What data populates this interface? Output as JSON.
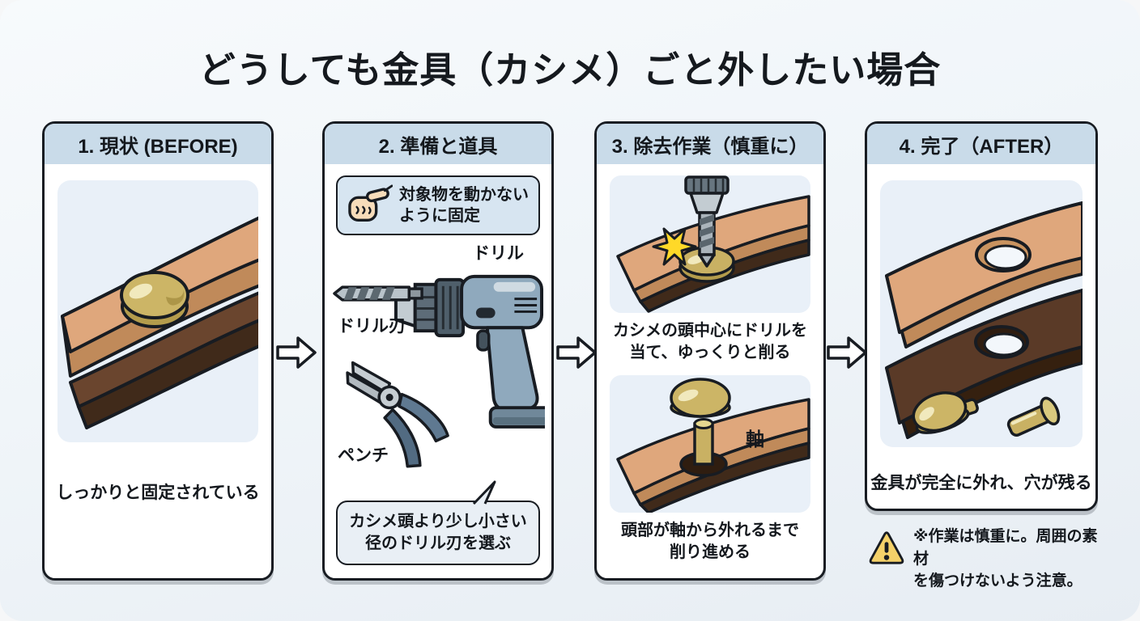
{
  "title": "どうしても金具（カシメ）ごと外したい場合",
  "panel1": {
    "header": "1. 現状 (BEFORE)",
    "caption": "しっかりと固定されている"
  },
  "panel2": {
    "header": "2. 準備と道具",
    "fix_note_lines": [
      "対象物を動かない",
      "ように固定"
    ],
    "tool_labels": {
      "drill": "ドリル",
      "drill_bit": "ドリル刃",
      "pliers": "ペンチ"
    },
    "bubble_lines": [
      "カシメ頭より少し小さい",
      "径のドリル刃を選ぶ"
    ]
  },
  "panel3": {
    "header": "3. 除去作業（慎重に）",
    "step1_lines": [
      "カシメの頭中心にドリルを",
      "当て、ゆっくりと削る"
    ],
    "shaft_label": "軸",
    "step2_lines": [
      "頭部が軸から外れるまで",
      "削り進める"
    ]
  },
  "panel4": {
    "header": "4. 完了（AFTER）",
    "caption": "金具が完全に外れ、穴が残る"
  },
  "warning_lines": [
    "※作業は慎重に。周囲の素材",
    "を傷つけないよう注意。"
  ],
  "icons": {
    "fix_note": "hold-hand-icon",
    "warning": "warning-triangle-icon",
    "between_panels": "right-arrow-icon"
  },
  "colors": {
    "background_top": "#f7fafc",
    "background_bottom": "#e7edf3",
    "panel_border": "#181c22",
    "panel_header": "#c9dbe9",
    "illustration_bg": "#e9f0f8",
    "fix_box_bg": "#d7e5f1",
    "bubble_bg": "#e9eff5",
    "leather_tan": "#dfa77c",
    "leather_tan_edge": "#c08a5a",
    "leather_dark": "#6a452e",
    "leather_dark_edge": "#402a1a",
    "brass": "#ccb566",
    "brass_dark": "#b49c4c",
    "drill_body": "#8fa9bd",
    "metal_gray": "#c3ccd2",
    "spark_yellow": "#ffd928",
    "warning_yellow": "#f4d169"
  }
}
